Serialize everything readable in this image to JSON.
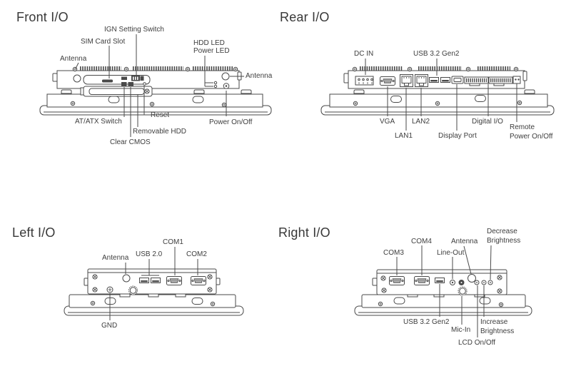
{
  "colors": {
    "line": "#4a4a4a",
    "text": "#3d3d3d",
    "background": "#ffffff"
  },
  "panels": {
    "front": {
      "title": "Front I/O",
      "labels": {
        "ign_setting_switch": "IGN Setting Switch",
        "sim_card_slot": "SIM Card Slot",
        "antenna_left": "Antenna",
        "hdd_led": "HDD LED",
        "power_led": "Power LED",
        "antenna_right": "Antenna",
        "at_atx_switch": "AT/ATX Switch",
        "reset": "Reset",
        "removable_hdd": "Removable HDD",
        "clear_cmos": "Clear CMOS",
        "power_on_off": "Power On/Off"
      }
    },
    "rear": {
      "title": "Rear I/O",
      "labels": {
        "dc_in": "DC IN",
        "usb_32_gen2": "USB 3.2 Gen2",
        "vga": "VGA",
        "lan1": "LAN1",
        "lan2": "LAN2",
        "display_port": "Display Port",
        "digital_io": "Digital I/O",
        "remote_power_on_off": "Remote\nPower On/Off"
      }
    },
    "left": {
      "title": "Left I/O",
      "labels": {
        "antenna": "Antenna",
        "usb_20": "USB 2.0",
        "com1": "COM1",
        "com2": "COM2",
        "gnd": "GND"
      }
    },
    "right": {
      "title": "Right I/O",
      "labels": {
        "com3": "COM3",
        "com4": "COM4",
        "line_out": "Line-Out",
        "antenna": "Antenna",
        "decrease_brightness": "Decrease\nBrightness",
        "usb_32_gen2": "USB 3.2 Gen2",
        "mic_in": "Mic-In",
        "lcd_on_off": "LCD On/Off",
        "increase_brightness": "Increase\nBrightness"
      }
    }
  }
}
